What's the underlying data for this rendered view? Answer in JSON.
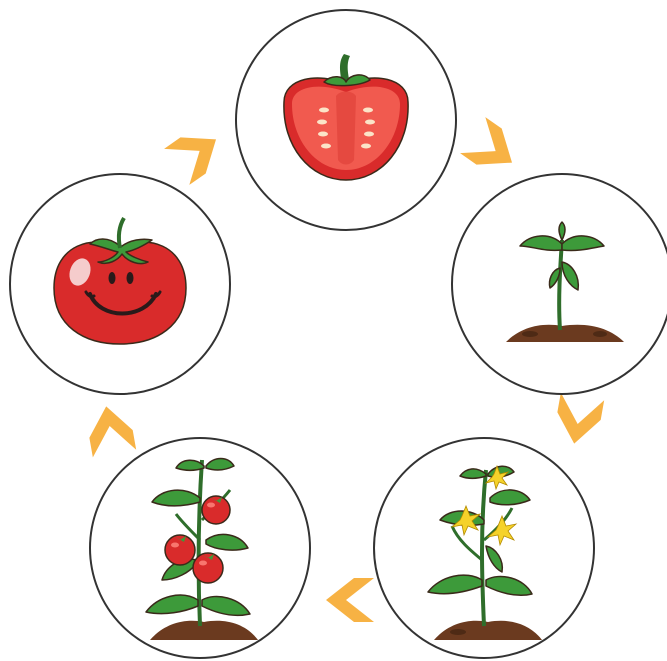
{
  "diagram": {
    "type": "life-cycle",
    "stages": [
      {
        "id": "sliced-tomato",
        "icon": "sliced-tomato-icon"
      },
      {
        "id": "seedling",
        "icon": "seedling-icon"
      },
      {
        "id": "flowering-plant",
        "icon": "flowering-plant-icon"
      },
      {
        "id": "fruiting-plant",
        "icon": "fruiting-plant-icon"
      },
      {
        "id": "ripe-tomato",
        "icon": "smiling-tomato-icon"
      }
    ],
    "arrow_direction": "clockwise",
    "colors": {
      "arrow": "#f7b244",
      "tomato_red": "#d92b2b",
      "tomato_flesh": "#f15a4f",
      "leaf_green": "#3d9a3a",
      "stem_green": "#2f6e2b",
      "soil": "#6b3a1f",
      "flower_yellow": "#f5d22a",
      "seed": "#fbe4c8"
    }
  }
}
